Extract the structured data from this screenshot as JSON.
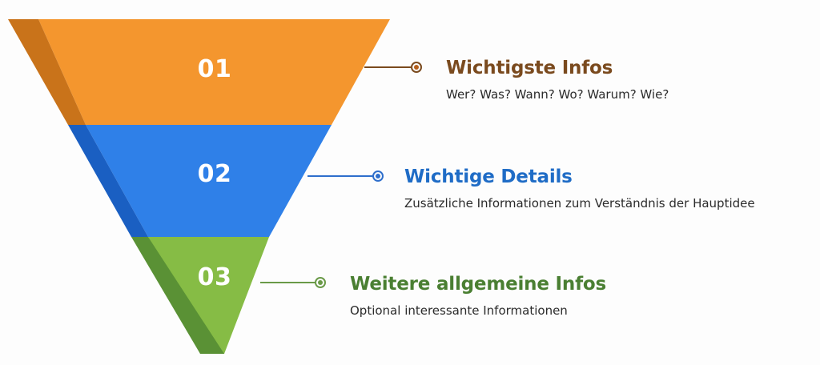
{
  "diagram": {
    "type": "inverted-pyramid",
    "segments": [
      {
        "number": "01",
        "title": "Wichtigste Infos",
        "subtitle": "Wer? Was? Wann? Wo? Warum? Wie?",
        "color": "#f4962e",
        "shade_color": "#c9731a",
        "text_color": "#7a4a1e"
      },
      {
        "number": "02",
        "title": "Wichtige Details",
        "subtitle": "Zusätzliche Informationen zum Verständnis der Hauptidee",
        "color": "#2f80e8",
        "shade_color": "#1a5fc2",
        "text_color": "#1f6cc6"
      },
      {
        "number": "03",
        "title": "Weitere allgemeine Infos",
        "subtitle": "Optional interessante Informationen",
        "color": "#86bc45",
        "shade_color": "#5a9135",
        "text_color": "#4a7f32"
      }
    ]
  }
}
